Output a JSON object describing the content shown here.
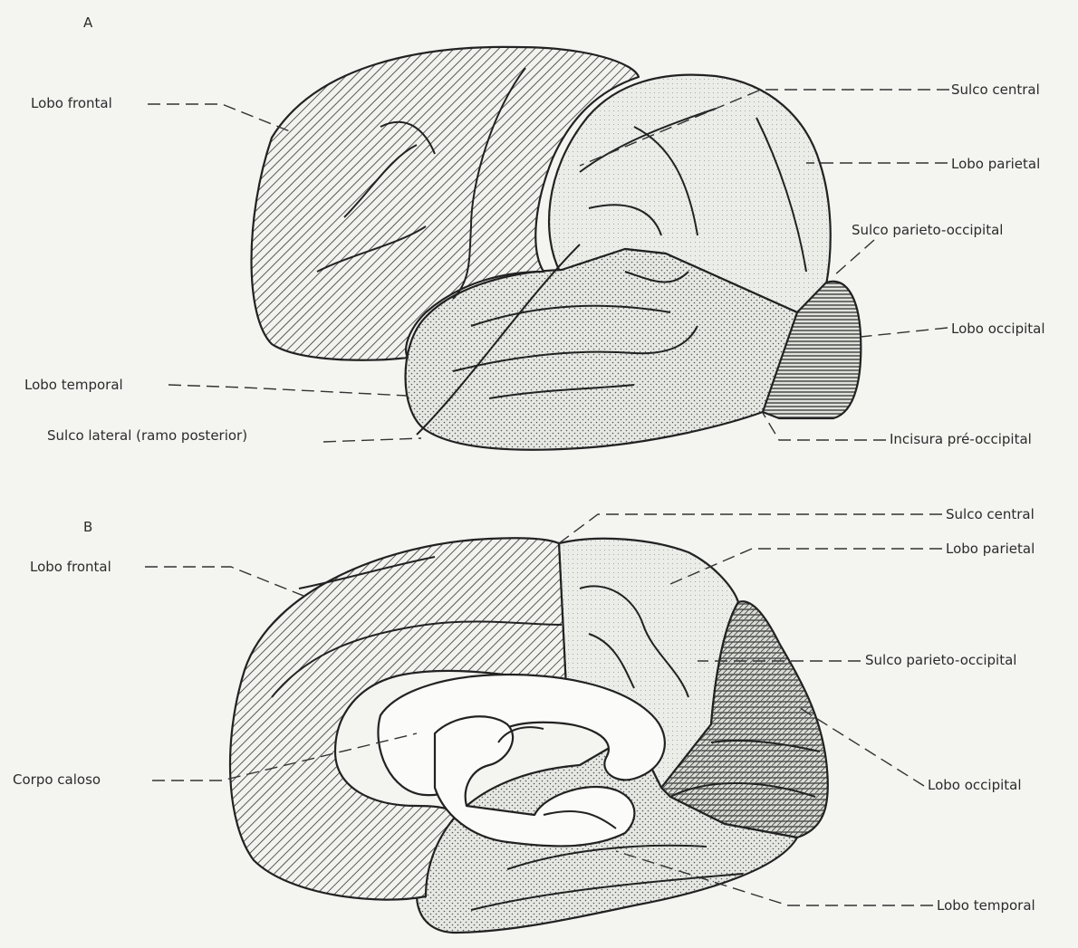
{
  "panels": {
    "a": {
      "letter": "A",
      "labels": {
        "frontal": "Lobo frontal",
        "central": "Sulco central",
        "parietal": "Lobo parietal",
        "parieto_occipital": "Sulco parieto-occipital",
        "occipital": "Lobo occipital",
        "temporal": "Lobo temporal",
        "lateral": "Sulco lateral (ramo posterior)",
        "preoccipital": "Incisura pré-occipital"
      }
    },
    "b": {
      "letter": "B",
      "labels": {
        "central": "Sulco central",
        "parietal": "Lobo parietal",
        "frontal": "Lobo frontal",
        "parieto_occipital": "Sulco parieto-occipital",
        "callosum": "Corpo caloso",
        "occipital": "Lobo occipital",
        "temporal": "Lobo temporal"
      }
    }
  },
  "colors": {
    "outline": "#222222",
    "frontal_fill": "hatched diagonal",
    "parietal_fill": "#e9ece6",
    "temporal_fill": "stippled",
    "occipital_fill": "horizontal lines"
  }
}
